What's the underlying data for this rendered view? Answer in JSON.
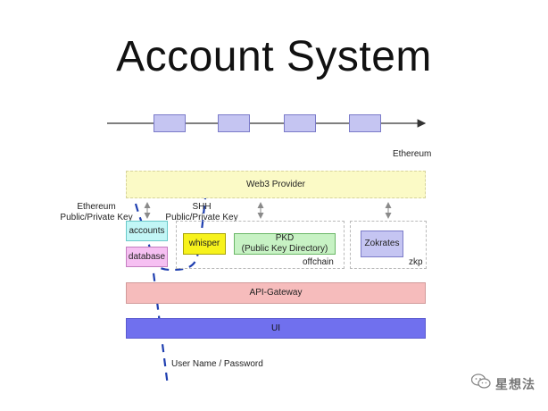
{
  "title": "Account System",
  "chain": {
    "label": "Ethereum"
  },
  "web3_provider": {
    "label": "Web3 Provider"
  },
  "eth_keys": {
    "line1": "Ethereum",
    "line2": "Public/Private Key"
  },
  "shh_keys": {
    "line1": "SHH",
    "line2": "Public/Private Key"
  },
  "accounts": {
    "label": "accounts"
  },
  "database": {
    "label": "database"
  },
  "whisper": {
    "label": "whisper"
  },
  "pkd": {
    "line1": "PKD",
    "line2": "(Public Key Directory)"
  },
  "offchain": {
    "label": "offchain"
  },
  "zokrates": {
    "label": "Zokrates"
  },
  "zkp": {
    "label": "zkp"
  },
  "api_gateway": {
    "label": "API-Gateway"
  },
  "ui_layer": {
    "label": "UI"
  },
  "user_credentials": {
    "label": "User Name / Password"
  },
  "brand": {
    "label": "星想法",
    "icon": "wechat-icon"
  },
  "colors": {
    "chain_block": "#c5c5f2",
    "web3": "#fbfac6",
    "accounts": "#c2f6f6",
    "database": "#f6c0f2",
    "whisper": "#f7f21c",
    "pkd": "#c7f2c4",
    "api": "#f6bcbc",
    "ui": "#7070ee",
    "dashed_path": "#1f3fb0"
  }
}
